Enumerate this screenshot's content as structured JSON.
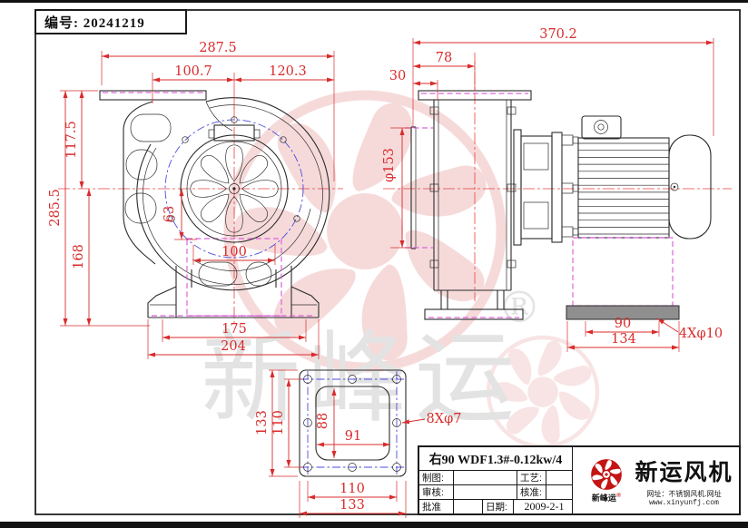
{
  "header": {
    "serial": "编号: 20241219"
  },
  "watermark": {
    "brand_text": "新峰运",
    "registered_mark": "®"
  },
  "front_view": {
    "dims": {
      "flange_total": "287.5",
      "left_offset": "100.7",
      "right_offset": "120.3",
      "top_height": "117.5",
      "total_height": "285.5",
      "bottom_height": "168",
      "inlet_offset": "63",
      "base_opening": "100",
      "foot_span": "175",
      "base_span": "204"
    }
  },
  "side_view": {
    "dims": {
      "total_length": "370.2",
      "casing_depth": "78",
      "inlet_depth": "30",
      "inlet_diameter": "φ153",
      "base_hole_span": "90",
      "base_length": "134",
      "base_hole_note": "4Xφ10"
    }
  },
  "flange_view": {
    "dims": {
      "outer_height": "133",
      "hole_span_v": "110",
      "opening_height": "88",
      "opening_width": "91",
      "hole_note": "8Xφ7",
      "hole_span_h": "110",
      "outer_width": "133"
    }
  },
  "title_block": {
    "model": "右90 WDF1.3#-0.12kw/4",
    "fields": {
      "draw_label": "制图:",
      "check_label": "审核:",
      "approve_label": "批准",
      "process_label": "工艺:",
      "standard_label": "核准:",
      "date_label": "日期:",
      "date_value": "2009-2-1"
    },
    "company": {
      "name": "新运风机",
      "brand": "新峰运",
      "brand_mark": "®",
      "site_line1": "网址：不锈钢风机.网址",
      "site_line2": "www.xinyunfj.com"
    }
  },
  "colors": {
    "dimension_red": "#d92b2b",
    "centerline_red": "#e84040",
    "phantom_magenta": "#dd63dd",
    "bolt_circle_blue": "#4c4cdc",
    "logo_red": "#c41414",
    "watermark_pink": "#f0bcbc",
    "watermark_gray": "#e3e3e3",
    "line_black": "#2b2b2b"
  }
}
